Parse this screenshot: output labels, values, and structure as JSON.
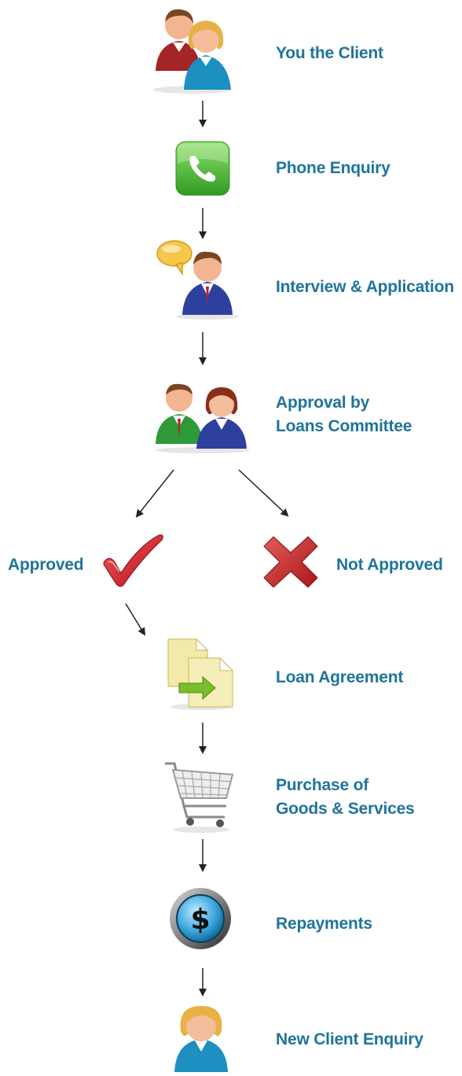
{
  "steps": {
    "client": {
      "label": "You the Client",
      "icon": "two-people-icon"
    },
    "phone": {
      "label": "Phone Enquiry",
      "icon": "phone-icon"
    },
    "interview": {
      "label": "Interview & Application",
      "icon": "speaking-person-icon"
    },
    "approval": {
      "line1": "Approval by",
      "line2": "Loans Committee",
      "icon": "committee-icon"
    },
    "approved": {
      "label": "Approved",
      "icon": "checkmark-icon"
    },
    "not_approved": {
      "label": "Not Approved",
      "icon": "cross-icon"
    },
    "agreement": {
      "label": "Loan Agreement",
      "icon": "documents-icon"
    },
    "purchase": {
      "line1": "Purchase of",
      "line2": "Goods & Services",
      "icon": "shopping-cart-icon"
    },
    "repayments": {
      "label": "Repayments",
      "icon": "dollar-coin-icon"
    },
    "new_enquiry": {
      "label": "New Client Enquiry",
      "icon": "person-icon"
    }
  },
  "colors": {
    "label": "#1f7499",
    "arrow": "#222222",
    "check": "#d0151d",
    "cross": "#c9282d"
  }
}
